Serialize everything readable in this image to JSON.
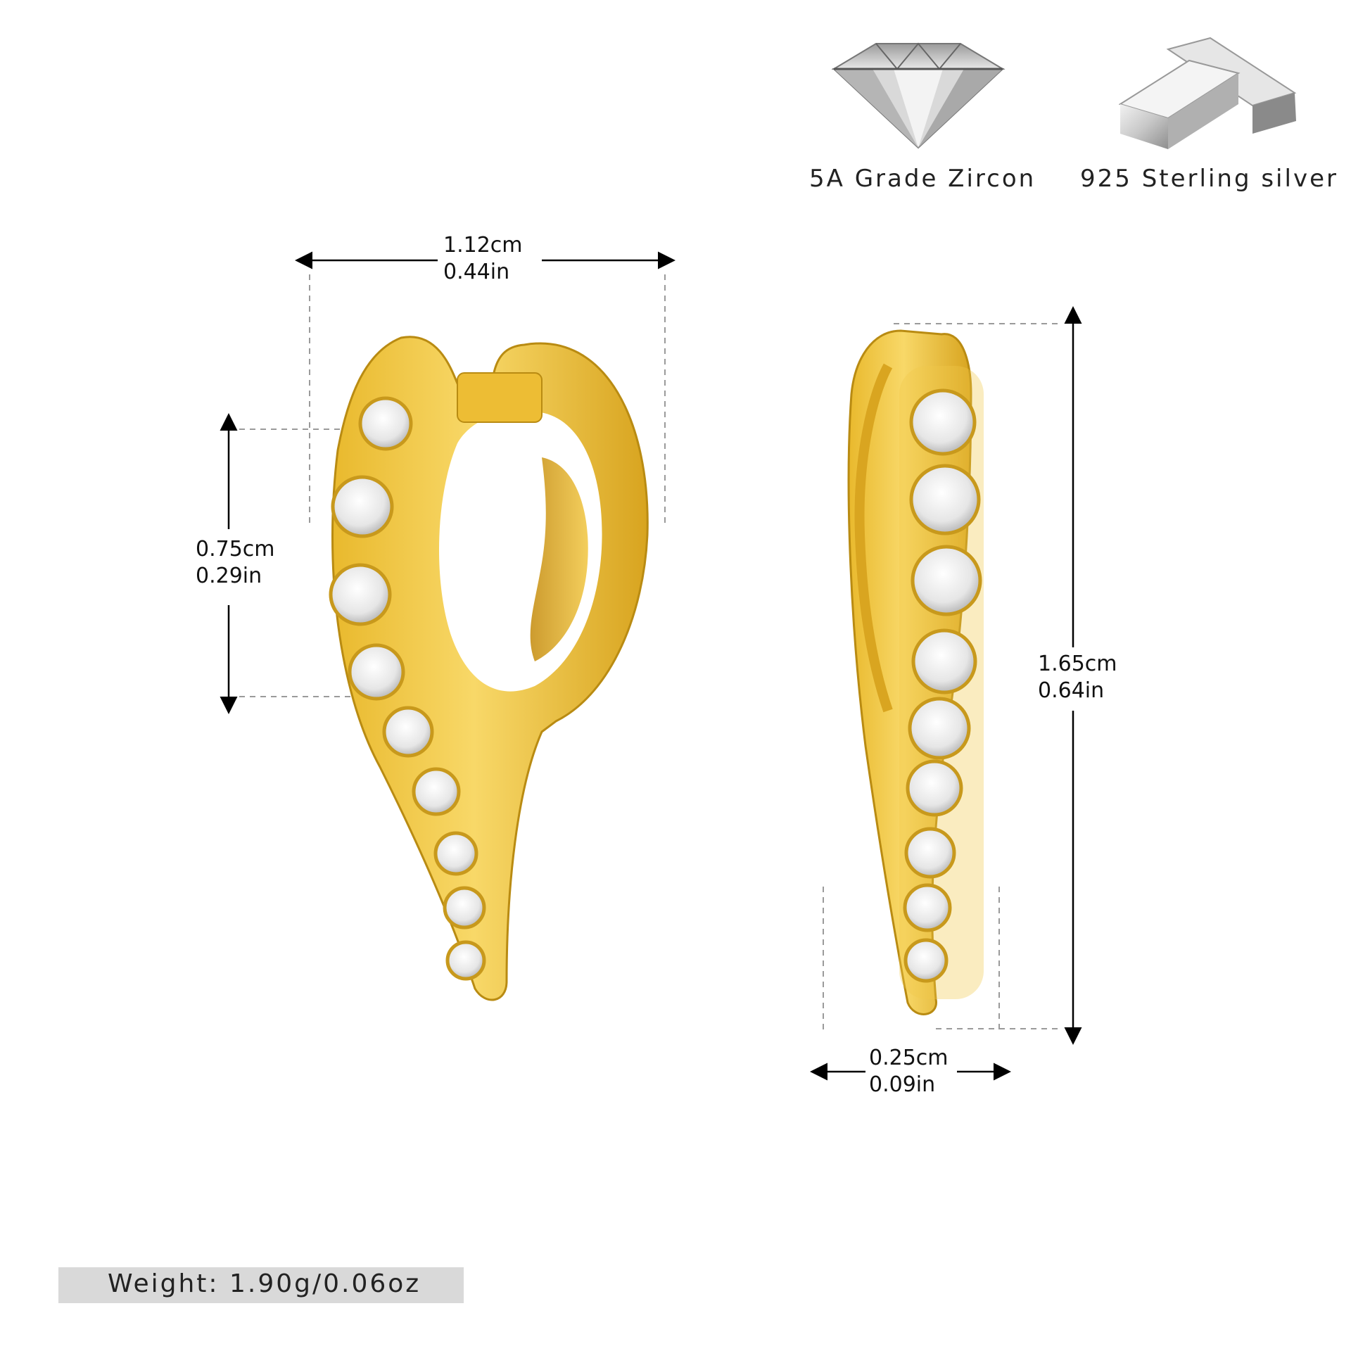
{
  "features": [
    {
      "label": "5A Grade Zircon",
      "icon": "gem-icon"
    },
    {
      "label": "925 Sterling silver",
      "icon": "silver-bar-icon"
    }
  ],
  "dimensions": {
    "width_top": {
      "cm": "1.12cm",
      "in": "0.44in"
    },
    "inner": {
      "cm": "0.75cm",
      "in": "0.29in"
    },
    "height": {
      "cm": "1.65cm",
      "in": "0.64in"
    },
    "thickness": {
      "cm": "0.25cm",
      "in": "0.09in"
    }
  },
  "weight": "Weight: 1.90g/0.06oz",
  "colors": {
    "gold": "#f0c640",
    "gold_dark": "#c89618",
    "zircon": "#f4f4f4"
  }
}
